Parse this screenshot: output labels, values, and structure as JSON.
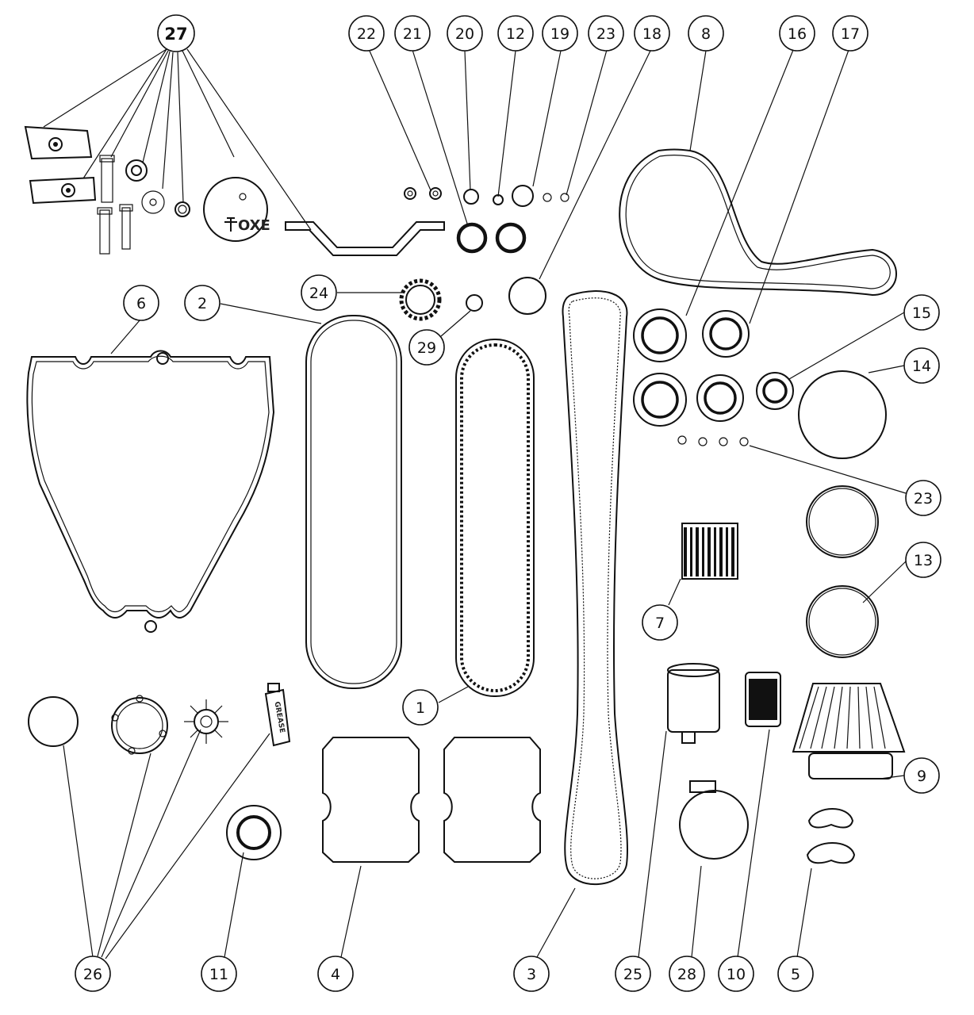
{
  "callouts": [
    {
      "label": "27",
      "bold": true
    },
    {
      "label": "22"
    },
    {
      "label": "21"
    },
    {
      "label": "20"
    },
    {
      "label": "12"
    },
    {
      "label": "19"
    },
    {
      "label": "23"
    },
    {
      "label": "18"
    },
    {
      "label": "8"
    },
    {
      "label": "16"
    },
    {
      "label": "17"
    },
    {
      "label": "6"
    },
    {
      "label": "2"
    },
    {
      "label": "24"
    },
    {
      "label": "29"
    },
    {
      "label": "15"
    },
    {
      "label": "14"
    },
    {
      "label": "23"
    },
    {
      "label": "13"
    },
    {
      "label": "7"
    },
    {
      "label": "1"
    },
    {
      "label": "9"
    },
    {
      "label": "26"
    },
    {
      "label": "11"
    },
    {
      "label": "4"
    },
    {
      "label": "3"
    },
    {
      "label": "25"
    },
    {
      "label": "28"
    },
    {
      "label": "10"
    },
    {
      "label": "5"
    }
  ],
  "logo_text": "OXE",
  "grease_label": "GREASE"
}
